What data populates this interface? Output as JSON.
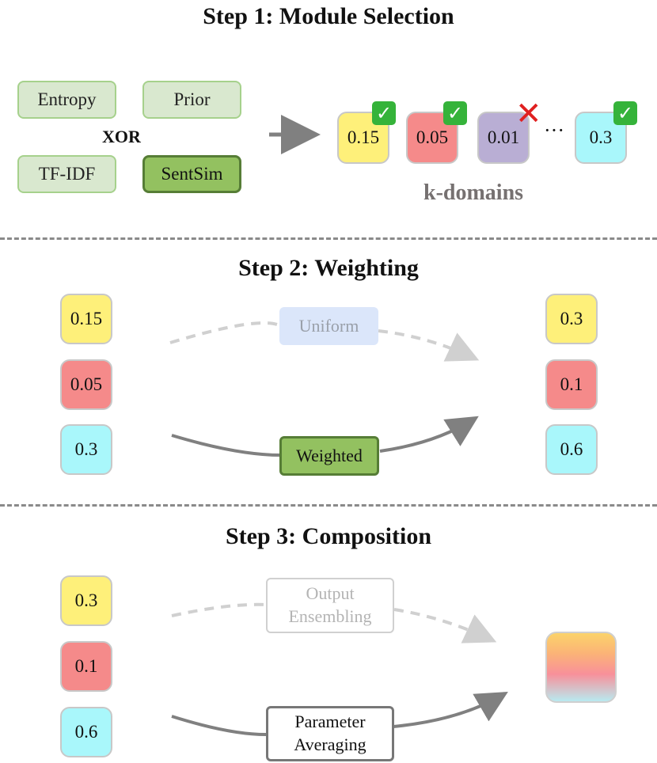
{
  "step1": {
    "title": "Step 1: Module Selection",
    "modules": [
      {
        "label": "Entropy",
        "selected": false
      },
      {
        "label": "Prior",
        "selected": false
      },
      {
        "label": "TF-IDF",
        "selected": false
      },
      {
        "label": "SentSim",
        "selected": true
      }
    ],
    "operator": "XOR",
    "domains": [
      {
        "value": "0.15",
        "color": "#fef07a",
        "mark": "check-icon"
      },
      {
        "value": "0.05",
        "color": "#f58a8a",
        "mark": "check-icon"
      },
      {
        "value": "0.01",
        "color": "#b9aed4",
        "mark": "cross-icon"
      },
      {
        "value": "0.3",
        "color": "#a9f7fb",
        "mark": "check-icon"
      }
    ],
    "ellipsis": "···",
    "domains_label": "k-domains"
  },
  "step2": {
    "title": "Step 2: Weighting",
    "inputs": [
      {
        "value": "0.15",
        "color": "#fef07a"
      },
      {
        "value": "0.05",
        "color": "#f58a8a"
      },
      {
        "value": "0.3",
        "color": "#a9f7fb"
      }
    ],
    "outputs": [
      {
        "value": "0.3",
        "color": "#fef07a"
      },
      {
        "value": "0.1",
        "color": "#f58a8a"
      },
      {
        "value": "0.6",
        "color": "#a9f7fb"
      }
    ],
    "option_inactive": "Uniform",
    "option_active": "Weighted"
  },
  "step3": {
    "title": "Step 3: Composition",
    "inputs": [
      {
        "value": "0.3",
        "color": "#fef07a"
      },
      {
        "value": "0.1",
        "color": "#f58a8a"
      },
      {
        "value": "0.6",
        "color": "#a9f7fb"
      }
    ],
    "option_inactive": {
      "line1": "Output",
      "line2": "Ensembling"
    },
    "option_active": {
      "line1": "Parameter",
      "line2": "Averaging"
    }
  },
  "colors": {
    "module_selected": "#93c160",
    "module_unselected": "#d9e8cf",
    "arrow_active": "#808080",
    "arrow_inactive": "#d0d0d0",
    "check": "#35b33a",
    "cross": "#e02020"
  }
}
